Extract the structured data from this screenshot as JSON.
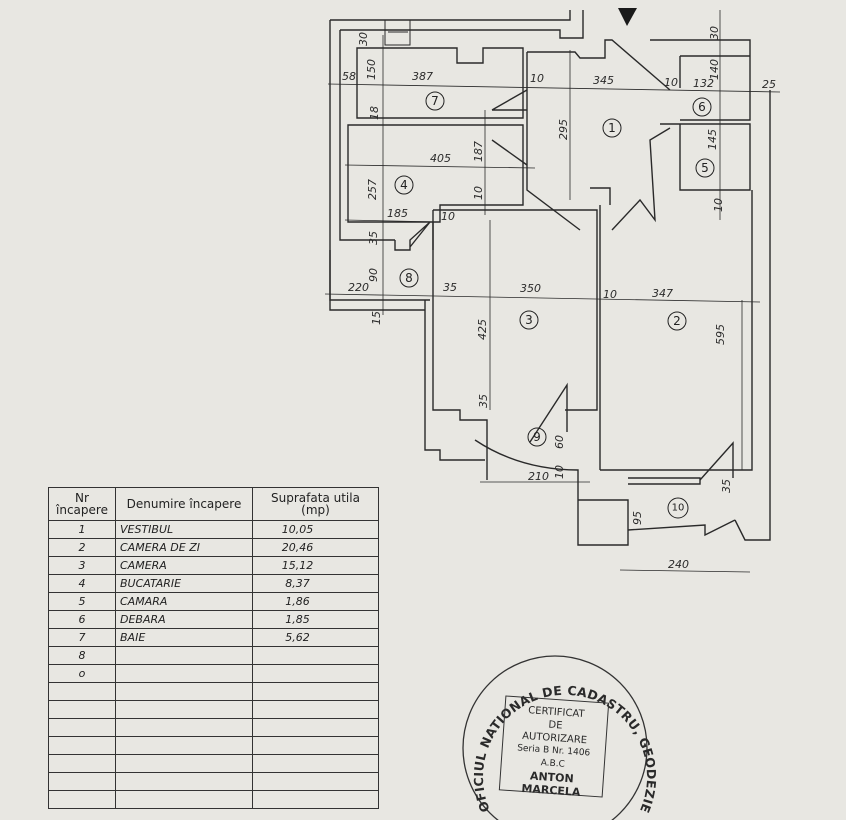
{
  "plan": {
    "room_numbers": [
      "1",
      "2",
      "3",
      "4",
      "5",
      "6",
      "7",
      "8",
      "9",
      "10"
    ],
    "dimensions": {
      "d30a": "30",
      "d150": "150",
      "d58": "58",
      "d387": "387",
      "d10a": "10",
      "d345": "345",
      "d10b": "10",
      "d132": "132",
      "d140": "140",
      "d25": "25",
      "d30b": "30",
      "d295": "295",
      "d18": "18",
      "d405": "405",
      "d187": "187",
      "d10c": "10",
      "d257": "257",
      "d185": "185",
      "d10d": "10",
      "d35a": "35",
      "d90": "90",
      "d220": "220",
      "d35b": "35",
      "d350": "350",
      "d10e": "10",
      "d347": "347",
      "d595": "595",
      "d425": "425",
      "d35c": "35",
      "d145": "145",
      "d10f": "10",
      "d15": "15",
      "d210": "210",
      "d10g": "10",
      "d60": "60",
      "d95": "95",
      "d35d": "35",
      "d240": "240"
    }
  },
  "table": {
    "headers": [
      "Nr încapere",
      "Denumire încapere",
      "Suprafata utila (mp)"
    ],
    "rows": [
      {
        "nr": "1",
        "name": "VESTIBUL",
        "area": "10,05"
      },
      {
        "nr": "2",
        "name": "CAMERA DE ZI",
        "area": "20,46"
      },
      {
        "nr": "3",
        "name": "CAMERA",
        "area": "15,12"
      },
      {
        "nr": "4",
        "name": "BUCATARIE",
        "area": "8,37"
      },
      {
        "nr": "5",
        "name": "CAMARA",
        "area": "1,86"
      },
      {
        "nr": "6",
        "name": "DEBARA",
        "area": "1,85"
      },
      {
        "nr": "7",
        "name": "BAIE",
        "area": "5,62"
      },
      {
        "nr": "8",
        "name": "",
        "area": ""
      },
      {
        "nr": "o",
        "name": "",
        "area": ""
      },
      {
        "nr": "",
        "name": "",
        "area": ""
      },
      {
        "nr": "",
        "name": "",
        "area": ""
      },
      {
        "nr": "",
        "name": "",
        "area": ""
      },
      {
        "nr": "",
        "name": "",
        "area": ""
      },
      {
        "nr": "",
        "name": "",
        "area": ""
      },
      {
        "nr": "",
        "name": "",
        "area": ""
      },
      {
        "nr": "",
        "name": "",
        "area": ""
      }
    ]
  },
  "stamp": {
    "ring_text": "OFICIUL NATIONAL DE CADASTRU, GEODEZIE SI CARTOGRAFIE",
    "line1": "CERTIFICAT",
    "line2": "DE",
    "line3": "AUTORIZARE",
    "line4": "Seria B Nr. 1406",
    "line5": "A.B.C",
    "line6": "ANTON MARCELA"
  }
}
